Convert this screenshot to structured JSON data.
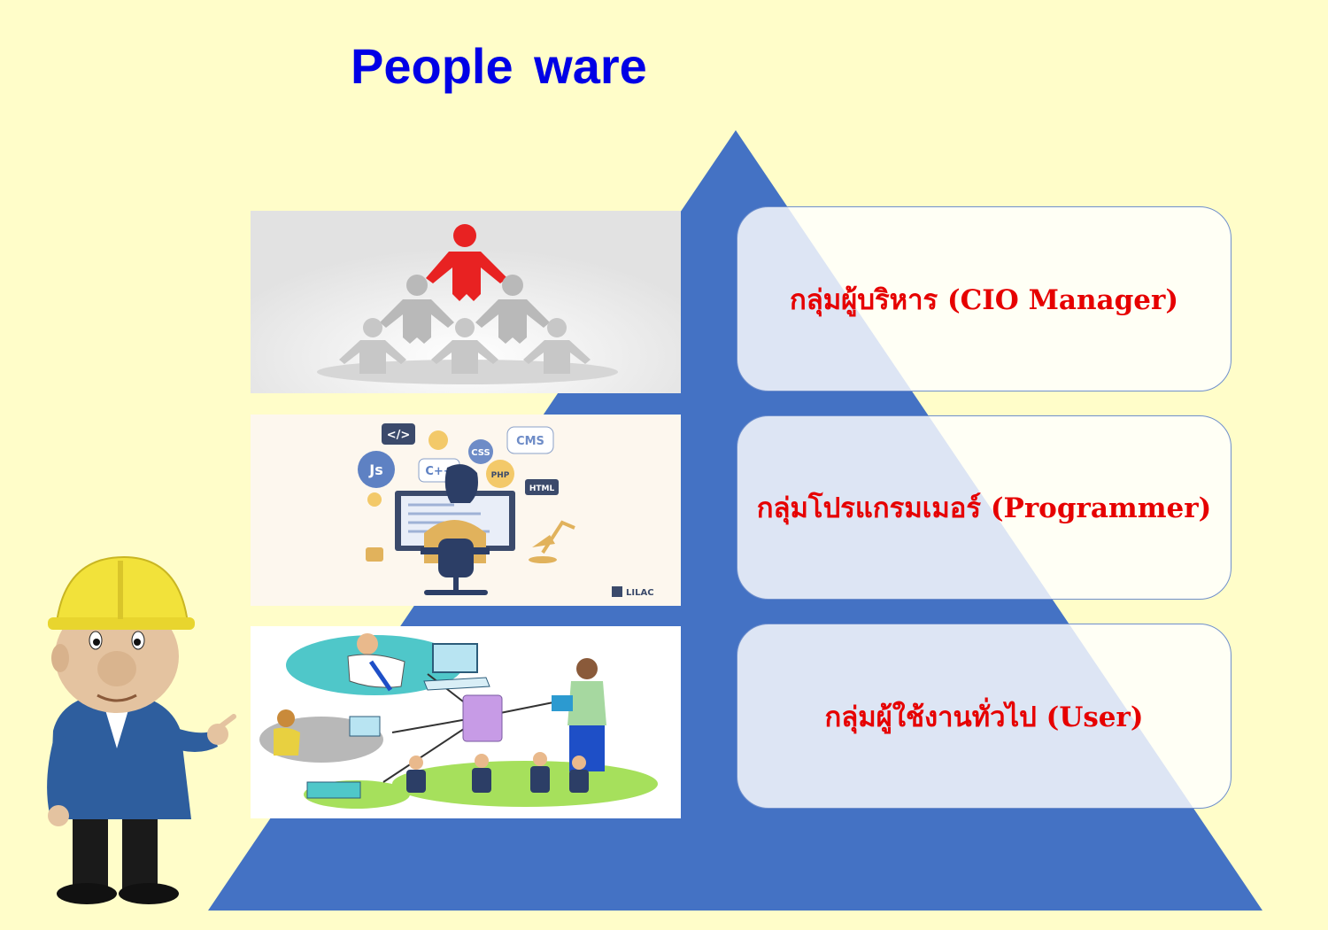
{
  "title": "People ware",
  "colors": {
    "background": "#FFFDC9",
    "title": "#0000E6",
    "pyramid": "#4472C4",
    "level_text": "#E60000",
    "box_border": "#6F8FCC"
  },
  "levels": [
    {
      "label": "กลุ่มผู้บริหาร (CIO Manager)",
      "illustration": "people-hierarchy-icon"
    },
    {
      "label": "กลุ่มโปรแกรมเมอร์ (Programmer)",
      "illustration": "programmer-at-computer-icon"
    },
    {
      "label": "กลุ่มผู้ใช้งานทั่วไป (User)",
      "illustration": "office-users-network-icon"
    }
  ],
  "programmer_tags": [
    "</>",
    "CSS",
    "CMS",
    "Js",
    "C++",
    "PHP",
    "HTML"
  ],
  "logo_text": "LILAC",
  "mascot": "construction-worker-icon"
}
